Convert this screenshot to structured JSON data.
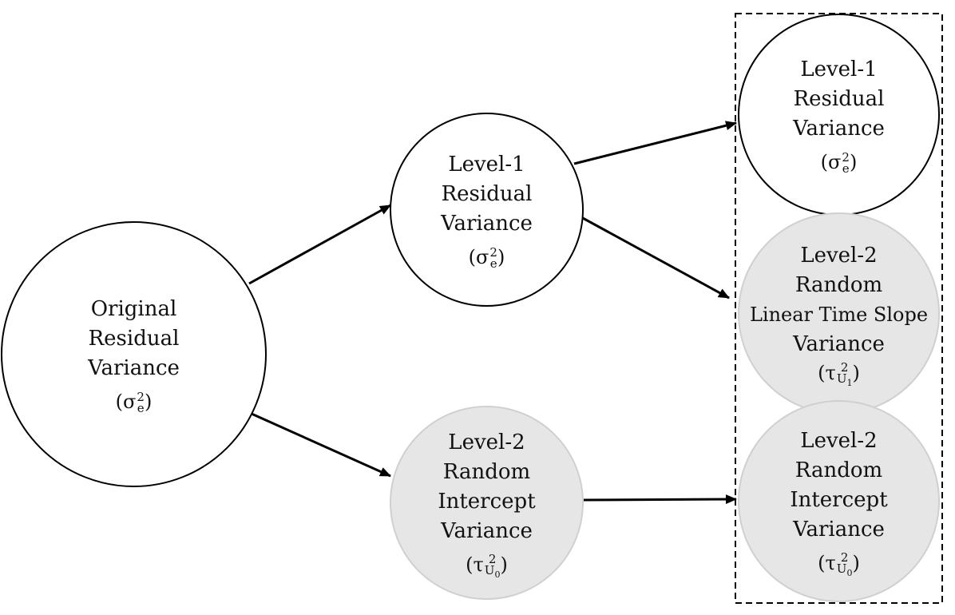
{
  "nodes": {
    "original": {
      "lines": [
        "Original",
        "Residual",
        "Variance"
      ],
      "symbol": {
        "base": "σ",
        "sup": "2",
        "sub": "e",
        "subsub": ""
      }
    },
    "level1_mid": {
      "lines": [
        "Level-1",
        "Residual",
        "Variance"
      ],
      "symbol": {
        "base": "σ",
        "sup": "2",
        "sub": "e",
        "subsub": ""
      }
    },
    "level2_intercept_mid": {
      "lines": [
        "Level-2",
        "Random",
        "Intercept",
        "Variance"
      ],
      "symbol": {
        "base": "τ",
        "sup": "2",
        "sub": "U",
        "subsub": "0"
      }
    },
    "level1_right": {
      "lines": [
        "Level-1",
        "Residual",
        "Variance"
      ],
      "symbol": {
        "base": "σ",
        "sup": "2",
        "sub": "e",
        "subsub": ""
      }
    },
    "level2_slope_right": {
      "lines": [
        "Level-2",
        "Random",
        "Linear Time Slope",
        "Variance"
      ],
      "symbol": {
        "base": "τ",
        "sup": "2",
        "sub": "U",
        "subsub": "1"
      }
    },
    "level2_intercept_right": {
      "lines": [
        "Level-2",
        "Random",
        "Intercept",
        "Variance"
      ],
      "symbol": {
        "base": "τ",
        "sup": "2",
        "sub": "U",
        "subsub": "0"
      }
    }
  },
  "edges": [
    {
      "from": "original",
      "to": "level1_mid"
    },
    {
      "from": "original",
      "to": "level2_intercept_mid"
    },
    {
      "from": "level1_mid",
      "to": "level1_right"
    },
    {
      "from": "level1_mid",
      "to": "level2_slope_right"
    },
    {
      "from": "level2_intercept_mid",
      "to": "level2_intercept_right"
    }
  ],
  "colors": {
    "residual_fill": "#ffffff",
    "random_fill": "#e6e6e6",
    "stroke": "#000000"
  }
}
